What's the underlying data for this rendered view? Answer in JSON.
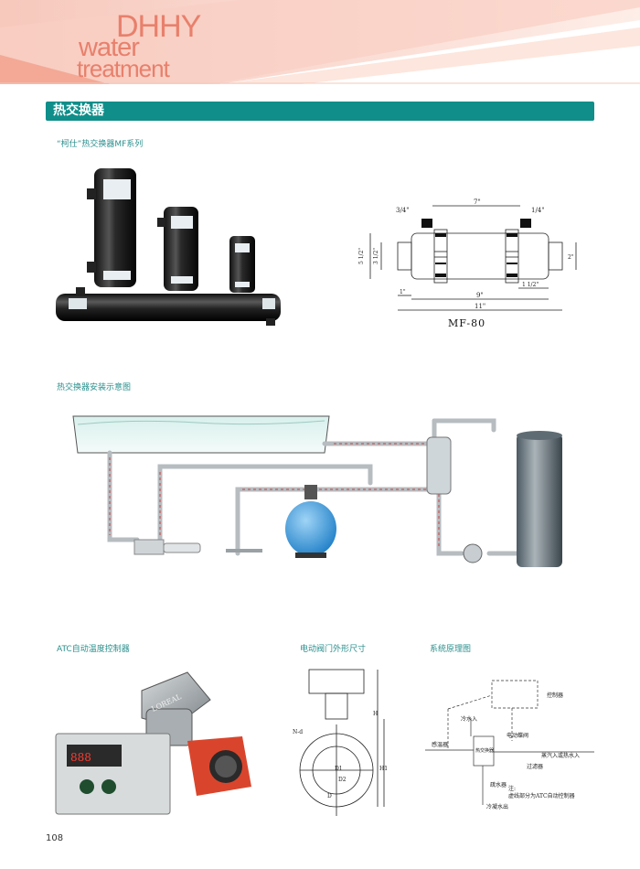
{
  "header": {
    "logo_line1": "DHHY",
    "logo_line2": "water",
    "logo_line3": "treatment"
  },
  "section": {
    "title": "热交换器"
  },
  "product": {
    "subtitle": "“柯仕”热交换器MF系列",
    "drawing": {
      "model": "MF-80",
      "dim_left_port": "3/4\"",
      "dim_right_port": "1/4\"",
      "dim_top": "7\"",
      "dim_height_outer": "5 1/2\"",
      "dim_height_inner": "3 1/2\"",
      "dim_right": "2\"",
      "dim_left_stub": "1\"",
      "dim_right_stub": "1 1/2\"",
      "dim_body": "9\"",
      "dim_total": "11\""
    }
  },
  "installation": {
    "subtitle": "热交换器安装示意图"
  },
  "atc": {
    "subtitle": "ATC自动温度控制器",
    "device_brand": "LOREAL",
    "display_value": "888"
  },
  "valve": {
    "subtitle": "电动阀门外形尺寸",
    "labels": {
      "h1": "H",
      "h2": "H1",
      "d1": "D1",
      "d2": "D2",
      "d": "D",
      "n": "N-d"
    }
  },
  "system": {
    "subtitle": "系统原理图",
    "labels": {
      "controller": "控制器",
      "cold_water_in": "冷水入",
      "sensor": "感温器",
      "heat_exchanger": "热交换器",
      "solenoid_valve": "电动蝶阀",
      "filter": "过滤器",
      "steam_in": "蒸汽入或热水入",
      "trap": "疏水器",
      "cond_out": "冷凝水出",
      "note": "注:",
      "note_text": "虚线部分为ATC自动控制器"
    }
  },
  "page_number": "108",
  "colors": {
    "accent": "#0f8e8a",
    "logo": "#e8806c"
  }
}
